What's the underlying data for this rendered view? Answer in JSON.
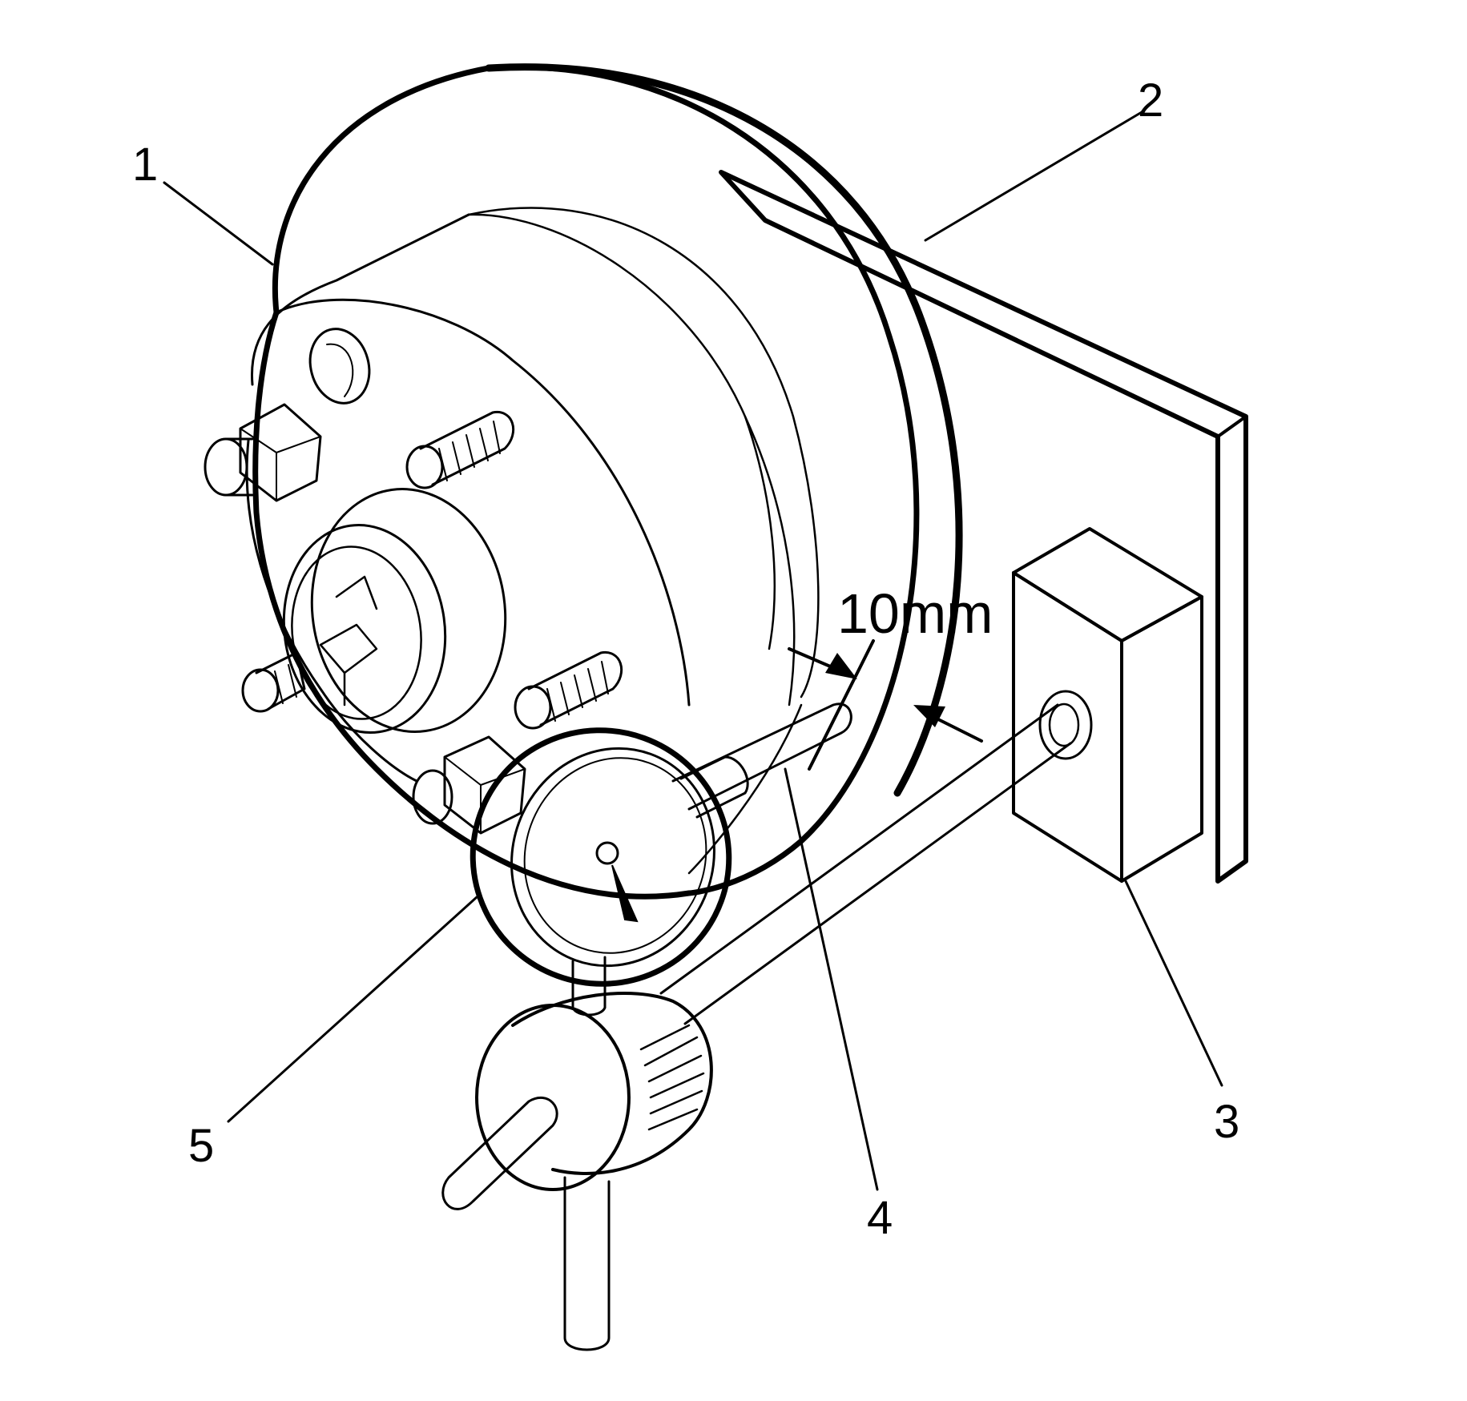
{
  "callouts": [
    {
      "id": "1",
      "text": "1"
    },
    {
      "id": "2",
      "text": "2"
    },
    {
      "id": "3",
      "text": "3"
    },
    {
      "id": "4",
      "text": "4"
    },
    {
      "id": "5",
      "text": "5"
    }
  ],
  "dimension": {
    "text": "10mm"
  },
  "colors": {
    "line": "#000000",
    "fill": "#ffffff"
  }
}
